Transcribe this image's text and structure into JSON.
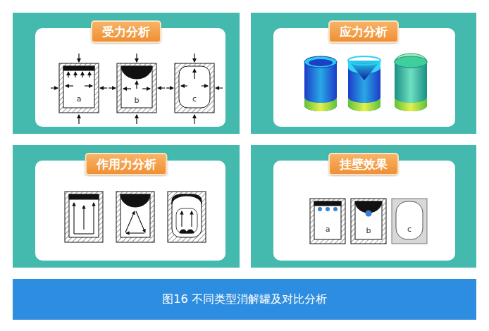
{
  "diagram": {
    "caption": "图16 不同类型消解罐及对比分析",
    "nodes": [
      {
        "text": [
          "受力分析"
        ]
      },
      {
        "text": [
          "应力分析"
        ]
      },
      {
        "text": [
          "作用力分析"
        ]
      },
      {
        "text": [
          "挂壁效果"
        ]
      }
    ],
    "labels": [
      "a",
      "b",
      "c",
      "a",
      "b",
      "c"
    ]
  }
}
